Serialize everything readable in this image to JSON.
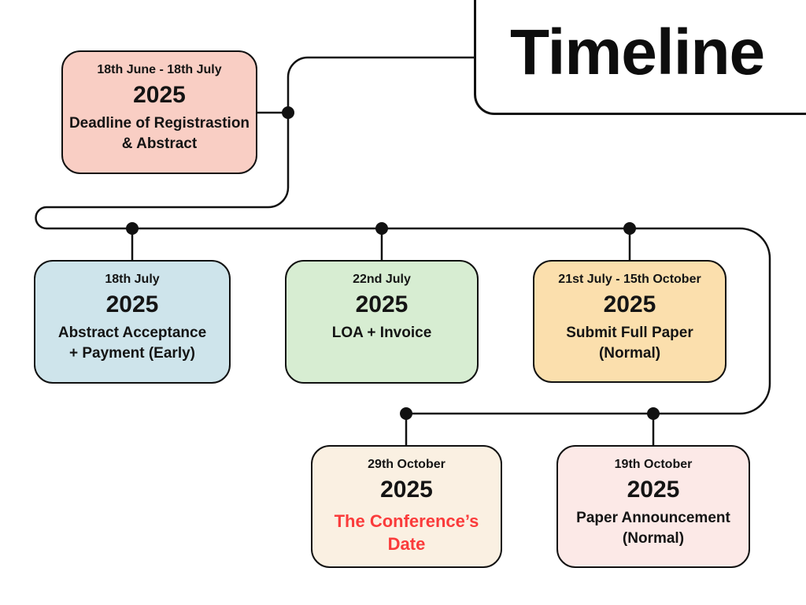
{
  "title": "Timeline",
  "colors": {
    "line": "#111111",
    "dot": "#111111",
    "card_border": "#111111",
    "text": "#141414",
    "accent_red": "#fa3b3b",
    "background": "#ffffff"
  },
  "cards": [
    {
      "id": "deadline-registration",
      "date": "18th June - 18th July",
      "year": "2025",
      "description": "Deadline of Registrastion\n& Abstract",
      "fill": "#f9cec4"
    },
    {
      "id": "abstract-acceptance",
      "date": "18th July",
      "year": "2025",
      "description": "Abstract Acceptance\n+ Payment (Early)",
      "fill": "#cee4eb"
    },
    {
      "id": "loa-invoice",
      "date": "22nd July",
      "year": "2025",
      "description": "LOA + Invoice",
      "fill": "#d7edd2"
    },
    {
      "id": "submit-full-paper",
      "date": "21st July - 15th October",
      "year": "2025",
      "description": "Submit Full Paper\n(Normal)",
      "fill": "#fbdfad"
    },
    {
      "id": "conference-date",
      "date": "29th October",
      "year": "2025",
      "description": "The Conference’s\nDate",
      "fill": "#faf0e2",
      "desc_color": "#fa3b3b"
    },
    {
      "id": "paper-announcement",
      "date": "19th October",
      "year": "2025",
      "description": "Paper Announcement\n(Normal)",
      "fill": "#fce9e7"
    }
  ]
}
